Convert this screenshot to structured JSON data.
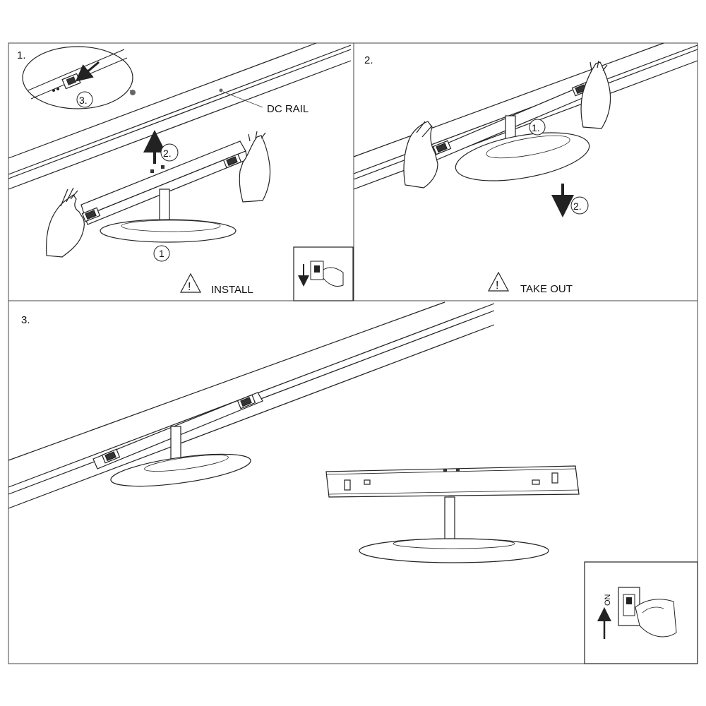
{
  "panel1": {
    "step_number": "1.",
    "rail_label": "DC RAIL",
    "step_badge_1": "1",
    "step_badge_2": "2.",
    "step_badge_3": "3.",
    "caption": "INSTALL",
    "warning_symbol": "!"
  },
  "panel2": {
    "step_number": "2.",
    "step_badge_1": "1.",
    "step_badge_2": "2.",
    "caption": "TAKE OUT",
    "warning_symbol": "!"
  },
  "panel3": {
    "step_number": "3.",
    "switch_label": "ON"
  },
  "icons": {
    "warning": "warning-triangle-icon",
    "power_off": "power-switch-off-icon",
    "power_on": "power-switch-on-icon",
    "hand": "hand-icon",
    "arrow": "arrow-icon"
  },
  "colors": {
    "line": "#222222",
    "fill": "#ffffff",
    "dot": "#666666"
  }
}
